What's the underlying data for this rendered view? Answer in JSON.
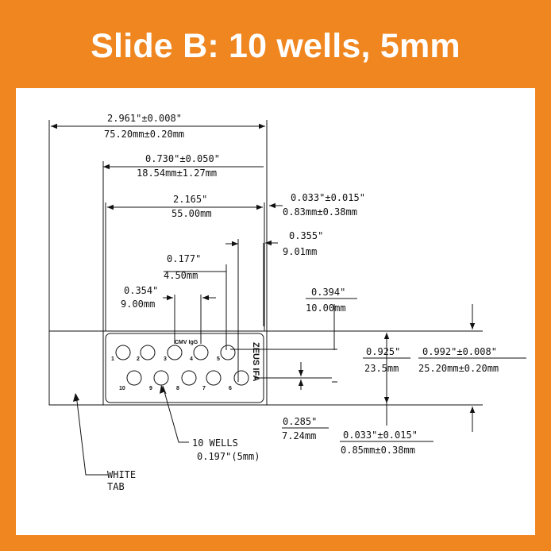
{
  "title": "Slide B: 10 wells, 5mm",
  "colors": {
    "background": "#f0861f",
    "panel": "#ffffff",
    "ink": "#111111"
  },
  "dimensions": {
    "overall_in": "2.961\"±0.008\"",
    "overall_mm": "75.20mm±0.20mm",
    "tab_in": "0.730\"±0.050\"",
    "tab_mm": "18.54mm±1.27mm",
    "coated_in": "2.165\"",
    "coated_mm": "55.00mm",
    "edge_right_in": "0.033\"±0.015\"",
    "edge_right_mm": "0.83mm±0.38mm",
    "well_offset_in": "0.355\"",
    "well_offset_mm": "9.01mm",
    "half_pitch_in": "0.177\"",
    "half_pitch_mm": "4.50mm",
    "pitch_in": "0.354\"",
    "pitch_mm": "9.00mm",
    "row_top_in": "0.394\"",
    "row_top_mm": "10.00mm",
    "width_inner_in": "0.925\"",
    "width_inner_mm": "23.5mm",
    "width_total_in": "0.992\"±0.008\"",
    "width_total_mm": "25.20mm±0.20mm",
    "row_bottom_in": "0.285\"",
    "row_bottom_mm": "7.24mm",
    "edge_bottom_in": "0.033\"±0.015\"",
    "edge_bottom_mm": "0.85mm±0.38mm"
  },
  "slide": {
    "label": "CMV IgG",
    "brand": "ZEUS IFA",
    "top_row_numbers": [
      "1",
      "2",
      "3",
      "4",
      "5"
    ],
    "bottom_row_numbers": [
      "10",
      "9",
      "8",
      "7",
      "6"
    ]
  },
  "callouts": {
    "wells_line1": "10 WELLS",
    "wells_line2": "0.197\"(5mm)",
    "tab_line1": "WHITE",
    "tab_line2": "TAB"
  }
}
